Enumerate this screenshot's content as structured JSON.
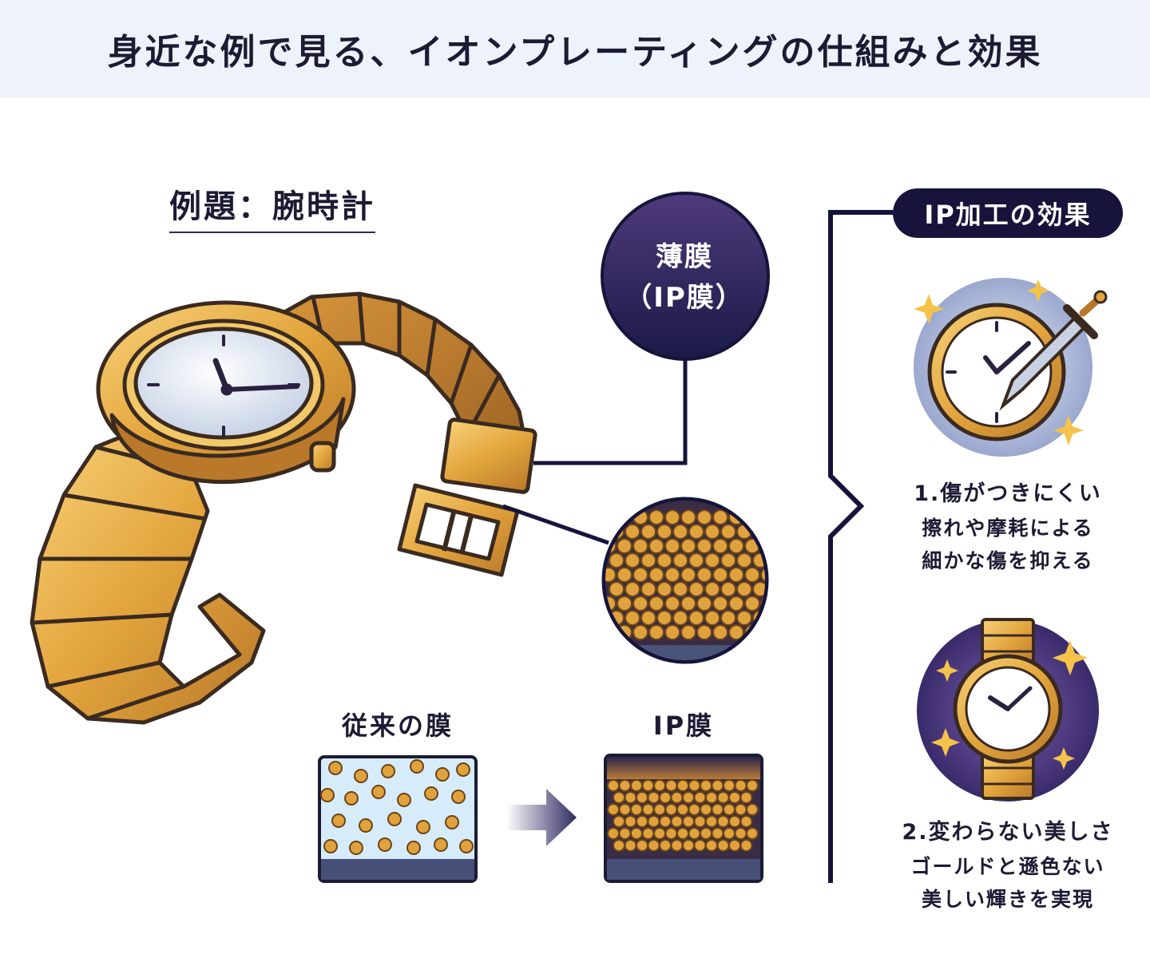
{
  "header": {
    "title": "身近な例で見る、イオンプレーティングの仕組みと効果"
  },
  "example": {
    "label": "例題：腕時計"
  },
  "callout": {
    "line1": "薄膜",
    "line2": "（IP膜）"
  },
  "comparison": {
    "conventional_label": "従来の膜",
    "ip_label": "IP膜"
  },
  "effects": {
    "title": "IP加工の効果",
    "items": [
      {
        "title": "1.傷がつきにくい",
        "desc_line1": "擦れや摩耗による",
        "desc_line2": "細かな傷を抑える"
      },
      {
        "title": "2.変わらない美しさ",
        "desc_line1": "ゴールドと遜色ない",
        "desc_line2": "美しい輝きを実現"
      }
    ]
  },
  "colors": {
    "gold": "#e0a23c",
    "gold_light": "#f5c860",
    "gold_dark": "#8a5a1c",
    "navy": "#16143a",
    "purple": "#4a3a7a",
    "outline": "#2a2548"
  }
}
